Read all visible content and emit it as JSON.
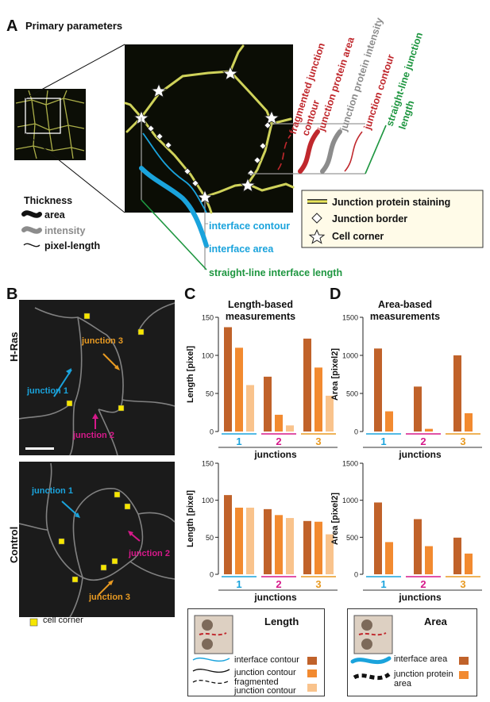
{
  "panelA": {
    "letter": "A",
    "title": "Primary parameters",
    "rotated_labels": {
      "fragmented_a": "fragmented junction",
      "fragmented_b": "contour",
      "protein_area": "junction protein area",
      "protein_intensity": "junction protein intensity",
      "junction_contour": "junction contour",
      "straight_a": "straight-line junction",
      "straight_b": "length"
    },
    "thickness": {
      "title": "Thickness",
      "area": "area",
      "intensity": "intensity",
      "pixel_length": "pixel-length"
    },
    "interface_labels": {
      "contour": "interface contour",
      "area": "interface area",
      "straight": "straight-line interface length"
    },
    "legend": {
      "staining": "Junction protein staining",
      "border": "Junction border",
      "corner": "Cell corner"
    },
    "colors": {
      "blue": "#1aa3dc",
      "red": "#c0282d",
      "gray": "#8c8c8c",
      "green": "#1e9640",
      "yellow": "#d8dc6a"
    }
  },
  "panelB": {
    "letter": "B",
    "hras": {
      "condition": "H-Ras",
      "j1": "junction 1",
      "j2": "junction 2",
      "j3": "junction 3"
    },
    "control": {
      "condition": "Control",
      "j1": "junction 1",
      "j2": "junction 2",
      "j3": "junction 3"
    },
    "cell_corner_legend": "cell corner"
  },
  "panelC": {
    "letter": "C",
    "title_line1": "Length-based",
    "title_line2": "measurements"
  },
  "panelD": {
    "letter": "D",
    "title_line1": "Area-based",
    "title_line2": "measurements"
  },
  "legendLength": {
    "title": "Length",
    "items": [
      "interface contour",
      "junction contour",
      "fragmented",
      "junction contour"
    ]
  },
  "legendArea": {
    "title": "Area",
    "items": [
      "interface area",
      "junction protein",
      "area"
    ]
  },
  "series_colors": {
    "interface": "#c0622a",
    "junction": "#f28a30",
    "fragmented": "#f9c38c"
  },
  "junction_colors": [
    "#1aa3dc",
    "#d6198a",
    "#e89a22"
  ],
  "chart_data": [
    {
      "type": "bar",
      "panel": "C-top",
      "xlabel": "junctions",
      "ylabel": "Length [pixel]",
      "ylim": [
        0,
        150
      ],
      "yticks": [
        "0",
        "50",
        "100",
        "150"
      ],
      "categories": [
        "1",
        "2",
        "3"
      ],
      "series": [
        {
          "values": [
            137,
            72,
            122
          ]
        },
        {
          "values": [
            110,
            22,
            84
          ]
        },
        {
          "values": [
            61,
            8,
            47
          ]
        }
      ]
    },
    {
      "type": "bar",
      "panel": "C-bottom",
      "xlabel": "junctions",
      "ylabel": "Length [pixel]",
      "ylim": [
        0,
        150
      ],
      "yticks": [
        "0",
        "50",
        "100",
        "150"
      ],
      "categories": [
        "1",
        "2",
        "3"
      ],
      "series": [
        {
          "values": [
            107,
            88,
            72
          ]
        },
        {
          "values": [
            90,
            80,
            71
          ]
        },
        {
          "values": [
            90,
            76,
            54
          ]
        }
      ]
    },
    {
      "type": "bar",
      "panel": "D-top",
      "xlabel": "junctions",
      "ylabel": "Area [pixel2]",
      "ylim": [
        0,
        1500
      ],
      "yticks": [
        "0",
        "500",
        "1000",
        "1500"
      ],
      "categories": [
        "1",
        "2",
        "3"
      ],
      "series": [
        {
          "values": [
            1090,
            590,
            1000
          ]
        },
        {
          "values": [
            265,
            35,
            240
          ]
        }
      ]
    },
    {
      "type": "bar",
      "panel": "D-bottom",
      "xlabel": "junctions",
      "ylabel": "Area [pixel2]",
      "ylim": [
        0,
        1500
      ],
      "yticks": [
        "0",
        "500",
        "1000",
        "1500"
      ],
      "categories": [
        "1",
        "2",
        "3"
      ],
      "series": [
        {
          "values": [
            970,
            745,
            495
          ]
        },
        {
          "values": [
            435,
            380,
            280
          ]
        }
      ]
    }
  ]
}
